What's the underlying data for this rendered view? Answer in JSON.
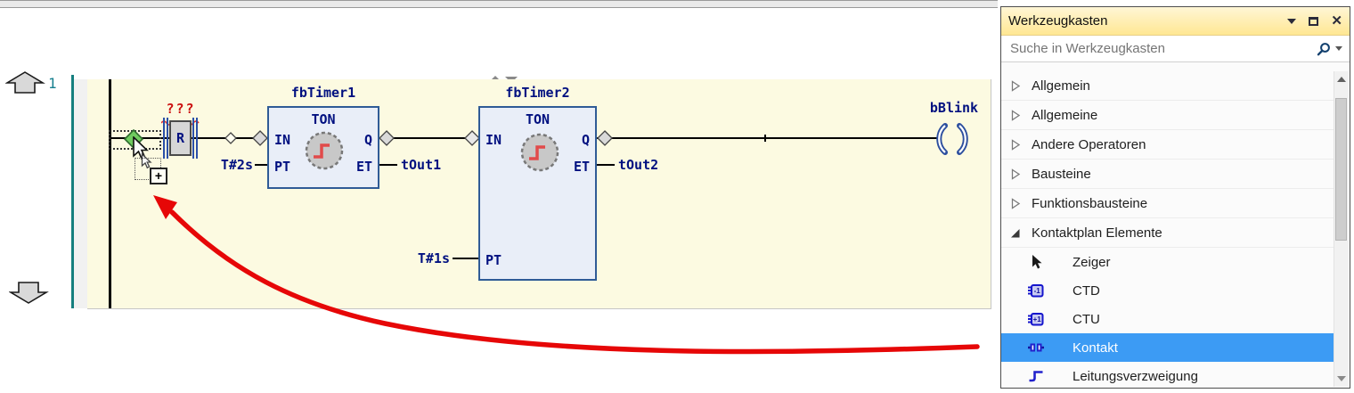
{
  "ladder": {
    "network_number": "1",
    "rung": {
      "unknown_operand": "???",
      "reset_box_label": "R",
      "blocks": [
        {
          "instance": "fbTimer1",
          "type": "TON",
          "pins": {
            "in": "IN",
            "pt": "PT",
            "q": "Q",
            "et": "ET"
          },
          "pt_input": "T#2s",
          "et_output": "tOut1"
        },
        {
          "instance": "fbTimer2",
          "type": "TON",
          "pins": {
            "in": "IN",
            "pt": "PT",
            "q": "Q",
            "et": "ET"
          },
          "pt_input": "T#1s",
          "et_output": "tOut2"
        }
      ],
      "coil_variable": "bBlink"
    },
    "drag_indicator_plus": "+"
  },
  "toolbox": {
    "title": "Werkzeugkasten",
    "search_placeholder": "Suche in Werkzeugkasten",
    "window_icons": {
      "close_glyph": "✕"
    },
    "categories": [
      {
        "label": "Allgemein",
        "expanded": false
      },
      {
        "label": "Allgemeine",
        "expanded": false
      },
      {
        "label": "Andere Operatoren",
        "expanded": false
      },
      {
        "label": "Bausteine",
        "expanded": false
      },
      {
        "label": "Funktionsbausteine",
        "expanded": false
      },
      {
        "label": "Kontaktplan Elemente",
        "expanded": true
      }
    ],
    "items": [
      {
        "label": "Zeiger",
        "icon": "pointer-cursor-icon",
        "selected": false
      },
      {
        "label": "CTD",
        "icon": "ctd-counter-icon",
        "badge": "-1",
        "selected": false
      },
      {
        "label": "CTU",
        "icon": "ctu-counter-icon",
        "badge": "+1",
        "selected": false
      },
      {
        "label": "Kontakt",
        "icon": "contact-icon",
        "selected": true
      },
      {
        "label": "Leitungsverzweigung",
        "icon": "line-branch-icon",
        "selected": false
      }
    ]
  },
  "colors": {
    "network_background": "#FCFAE1",
    "selection_blue": "#3C9BF4",
    "annotation_red": "#E60707",
    "error_red": "#CC1111",
    "block_background": "#E9EEF8",
    "block_border": "#2F5B96",
    "titlebar_gold": "#FFE793",
    "teal_marker": "#157F7F",
    "drop_point_green": "#6FCB5F"
  }
}
